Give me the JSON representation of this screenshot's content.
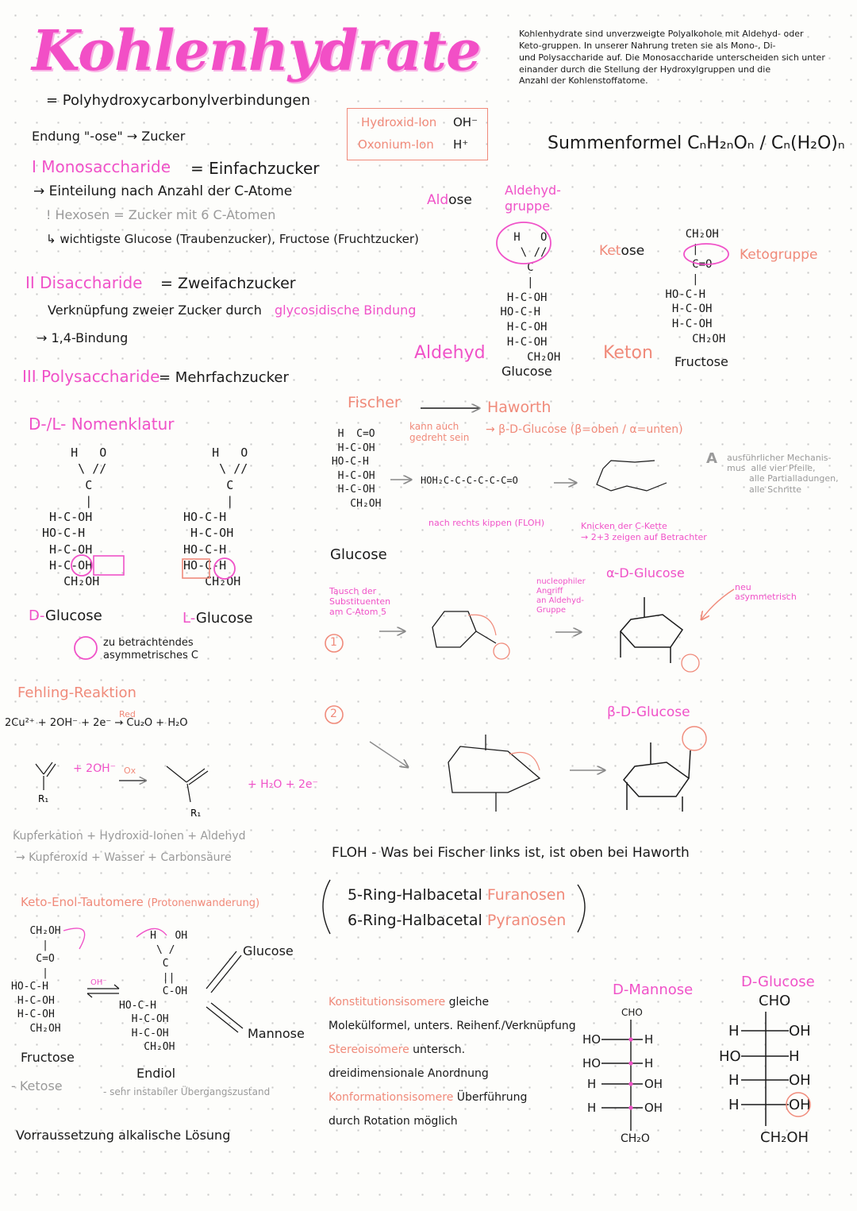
{
  "title": "Kohlenhydrate",
  "definition": "= Polyhydroxycarbonylverbindungen",
  "intro": [
    "Kohlenhydrate sind unverzweigte Polyalkohole mit Aldehyd- oder",
    "Keto-gruppen. In unserer Nahrung treten sie als Mono-, Di-",
    "und Polysaccharide auf. Die Monosaccharide unterscheiden sich unter",
    "einander durch die Stellung der Hydroxylgruppen und die",
    "Anzahl der Kohlenstoffatome."
  ],
  "ion_box": {
    "hydroxid_label": "Hydroxid-Ion",
    "hydroxid_formula": "OH⁻",
    "oxonium_label": "Oxonium-Ion",
    "oxonium_formula": "H⁺"
  },
  "summenformel": "Summenformel CₙH₂ₙOₙ / Cₙ(H₂O)ₙ",
  "endung": "Endung \"-ose\" → Zucker",
  "mono": {
    "heading": "I Monosaccharide",
    "eq": "= Einfachzucker",
    "line1": "→ Einteilung nach Anzahl der C-Atome",
    "line2": "! Hexosen = Zucker mit 6 C-Atomen",
    "line3": "↳ wichtigste Glucose (Traubenzucker), Fructose (Fruchtzucker)"
  },
  "di": {
    "heading": "II Disaccharide",
    "eq": "= Zweifachzucker",
    "line1a": "Verknüpfung zweier Zucker durch",
    "line1b": "glycosidische Bindung",
    "line2": "→ 1,4-Bindung"
  },
  "poly": {
    "heading": "III Polysaccharide",
    "eq": "= Mehrfachzucker"
  },
  "aldose": {
    "word_pink": "Ald",
    "word_rest": "ose",
    "group": "Aldehyd-\ngruppe",
    "formula": [
      "   H   O",
      "    \\ //",
      "     C",
      "     |",
      "  H-C-OH",
      " HO-C-H",
      "  H-C-OH",
      "  H-C-OH",
      "     CH₂OH"
    ],
    "side_label": "Aldehyd",
    "name": "Glucose"
  },
  "ketose": {
    "word_pink": "Ket",
    "word_rest": "ose",
    "group": "Ketogruppe",
    "formula": [
      "    CH₂OH",
      "     |",
      "     C=O",
      "     |",
      " HO-C-H",
      "  H-C-OH",
      "  H-C-OH",
      "     CH₂OH"
    ],
    "side_label": "Keton",
    "name": "Fructose"
  },
  "dl": {
    "heading": "D-/L- Nomenklatur",
    "d_formula": [
      "     H   O",
      "      \\ //",
      "       C",
      "       |",
      "  H-C-OH",
      " HO-C-H",
      "  H-C-OH",
      "  H-C-OH",
      "    CH₂OH"
    ],
    "l_formula": [
      "     H   O",
      "      \\ //",
      "       C",
      "       |",
      " HO-C-H",
      "  H-C-OH",
      " HO-C-H",
      " HO-C-H",
      "    CH₂OH"
    ],
    "d_prefix": "D-",
    "d_name": "Glucose",
    "l_prefix": "L-",
    "l_name": "Glucose",
    "legend": "zu betrachtendes\nasymmetrisches C"
  },
  "fischer_haworth": {
    "fischer": "Fischer",
    "haworth": "Haworth",
    "note": "kann auch\ngedreht sein",
    "beta_text": "→ β-D-Glucose (β=oben / α=unten)",
    "glucose": "Glucose",
    "chain_formula": "HOH₂C-C-C-C-C-C=O",
    "tilt_caption": "nach rechts kippen (FLOH)",
    "bend_caption": "Knicken der C-Kette\n→ 2+3 zeigen auf Betrachter",
    "hint_letter": "A",
    "hint": "ausführlicher Mechanis-\nmus  alle vier Pfeile,\n        alle Partialladungen,\n        alle Schritte",
    "exchange": "Tausch der\nSubstituenten\nam C-Atom 5",
    "nucleophil": "nucleophiler\nAngriff\nan Aldehyd-\nGruppe",
    "alpha": "α-D-Glucose",
    "new_asym": "neu\nasymmetrisch",
    "beta": "β-D-Glucose",
    "step1": "1",
    "step2": "2",
    "floh": "FLOH - Was bei Fischer links ist, ist oben bei Haworth"
  },
  "ring": {
    "five_black": "5-Ring-Halbacetal",
    "five_pink": "Furanosen",
    "six_black": "6-Ring-Halbacetal",
    "six_pink": "Pyranosen"
  },
  "fehling": {
    "heading": "Fehling-Reaktion",
    "eq1": "2Cu²⁺ + 2OH⁻ + 2e⁻ → Cu₂O + H₂O",
    "red": "Red",
    "ox": "Ox",
    "eq2_mid": "+ 2OH⁻",
    "eq2_end": "+ H₂O  + 2e⁻",
    "note1": "Kupferkation + Hydroxid-Ionen + Aldehyd",
    "note2": "→ Kupferoxid + Wasser + Carbonsäure"
  },
  "tautomer": {
    "heading_a": "Keto-Enol-Tautomere",
    "heading_b": "(Protonenwanderung)",
    "fructose_formula": [
      "   CH₂OH",
      "     |",
      "    C=O",
      "     |",
      "HO-C-H",
      " H-C-OH",
      " H-C-OH",
      "   CH₂OH"
    ],
    "endiol_formula": [
      "     H   OH",
      "      \\ /",
      "       C",
      "       ||",
      "       C-OH",
      "HO-C-H",
      "  H-C-OH",
      "  H-C-OH",
      "    CH₂OH"
    ],
    "oh_label": "OH⁻",
    "glucose": "Glucose",
    "mannose": "Mannose",
    "fructose": "Fructose",
    "endiol": "Endiol",
    "ketose": "- Ketose",
    "endiol_note": "- sehr instabiler Übergangszustand",
    "prerequisite": "Vorraussetzung alkalische Lösung"
  },
  "isomers": {
    "k_pink": "Konstitutionsisomere",
    "k_rest": "gleiche",
    "line2": "Molekülformel, unters. Reihenf./Verknüpfung",
    "s_pink": "Stereoisomere",
    "s_rest": "untersch.",
    "line4": "dreidimensionale Anordnung",
    "c_pink": "Konformationsisomere",
    "c_rest": "Überführung",
    "line6": "durch Rotation möglich"
  },
  "mannose": {
    "title": "D-Mannose",
    "top": "CHO",
    "bottom": "CH₂O",
    "rows": [
      [
        "HO",
        "H"
      ],
      [
        "HO",
        "H"
      ],
      [
        "H",
        "OH"
      ],
      [
        "H",
        "OH"
      ]
    ]
  },
  "glucose_fischer": {
    "title": "D-Glucose",
    "top": "CHO",
    "bottom": "CH₂OH",
    "rows": [
      [
        "H",
        "OH"
      ],
      [
        "HO",
        "H"
      ],
      [
        "H",
        "OH"
      ],
      [
        "H",
        "OH"
      ]
    ]
  },
  "colors": {
    "pink": "#f052c8",
    "salmon": "#f08a7a",
    "grey": "#9a9a9a"
  }
}
